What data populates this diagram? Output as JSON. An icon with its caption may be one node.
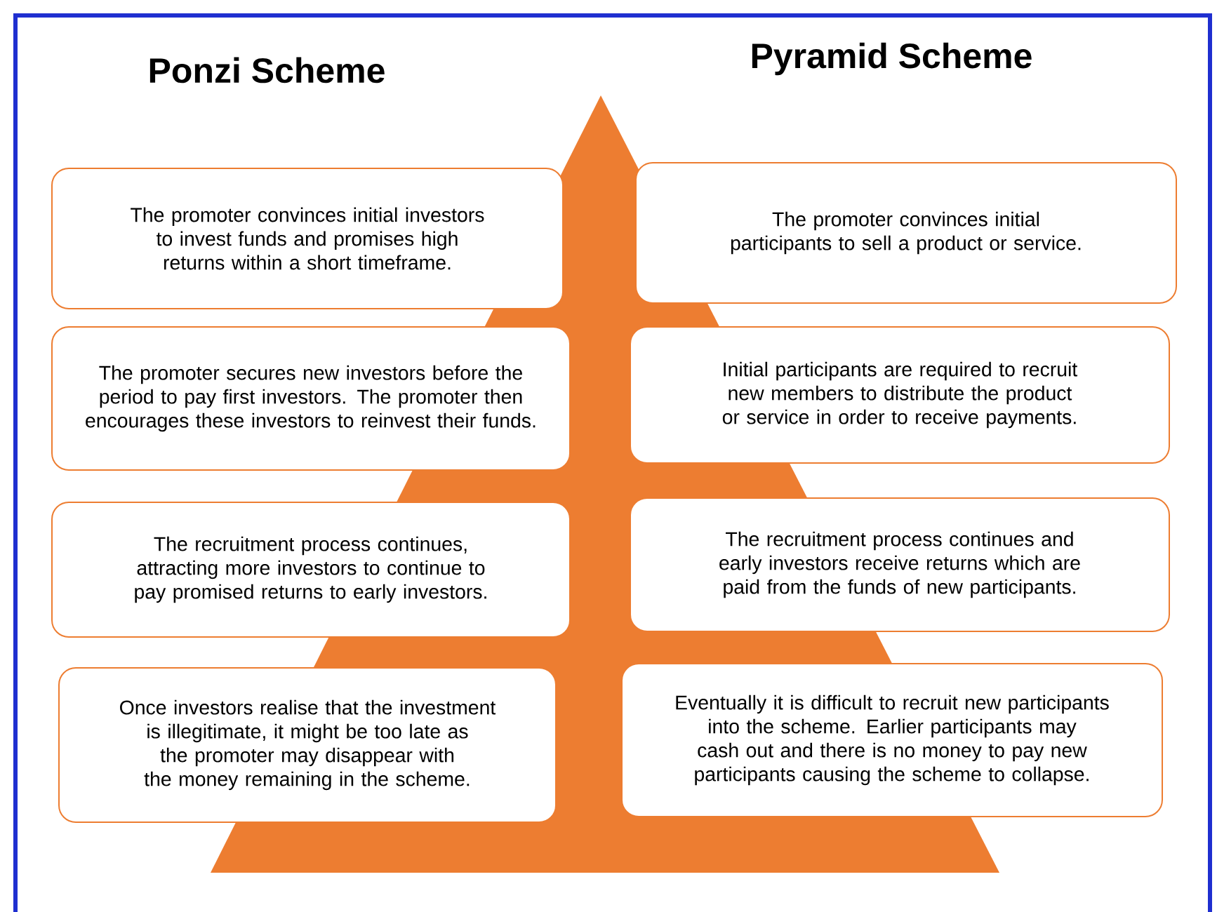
{
  "diagram": {
    "nodes": [
      {
        "text": [
          "The promoter convinces initial investors to invest funds and promises high returns within a short timeframe."
        ]
      },
      {
        "text": [
          "The promoter secures new investors before the period to pay first investors. The promoter then encourages these investors to reinvest their funds."
        ]
      },
      {
        "text": [
          "The recruitment process continues, attracting more investors to continue to pay promised returns to early investors."
        ]
      },
      {
        "text": [
          "Once investors realise that the investment is illegitimate, it might be too late as the promoter may disappear with the money remaining in the scheme."
        ]
      },
      {
        "text": [
          "The promoter convinces initial participants to sell a product or service."
        ]
      },
      {
        "text": [
          "Initial participants are required to recruit new members to distribute the product or service in order to receive payments."
        ]
      },
      {
        "text": [
          "The recruitment process continues and early investors receive returns which are paid from the funds of new participants."
        ]
      },
      {
        "text": [
          "Eventually it is difficult to recruit new participants into the scheme. Earlier participants may cash out and there is no money to pay new participants causing the scheme to collapse."
        ]
      }
    ],
    "labels": [
      "Ponzi Scheme",
      "Pyramid Scheme"
    ]
  }
}
